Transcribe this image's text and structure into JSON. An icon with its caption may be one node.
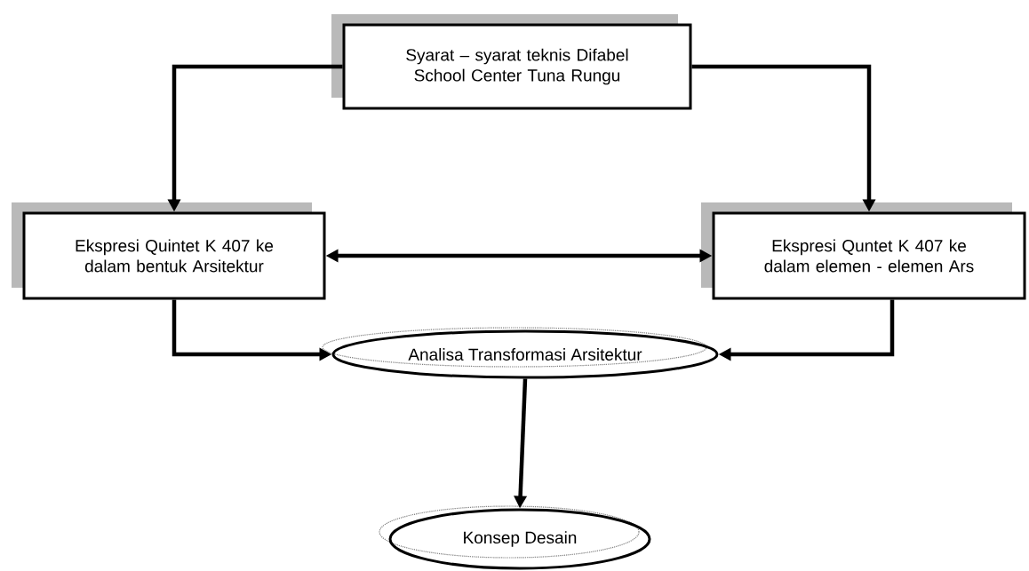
{
  "diagram": {
    "nodes": [
      {
        "text": [
          "Syarat – syarat teknis Difabel School Center Tuna Rungu"
        ]
      },
      {
        "text": [
          "Ekspresi Quintet K 407 ke dalam bentuk Arsitektur"
        ]
      },
      {
        "text": [
          "Ekspresi Quntet K 407 ke dalam elemen - elemen Ars"
        ]
      },
      {
        "text": [
          "Analisa Transformasi Arsitektur"
        ]
      },
      {
        "text": [
          "Konsep Desain"
        ]
      }
    ],
    "edges": [
      {
        "from": 0,
        "to": 1,
        "arrow": "to"
      },
      {
        "from": 0,
        "to": 2,
        "arrow": "to"
      },
      {
        "from": 1,
        "to": 2,
        "arrow": "both"
      },
      {
        "from": 1,
        "to": 3,
        "arrow": "to"
      },
      {
        "from": 2,
        "to": 3,
        "arrow": "to"
      },
      {
        "from": 3,
        "to": 4,
        "arrow": "to"
      }
    ]
  }
}
